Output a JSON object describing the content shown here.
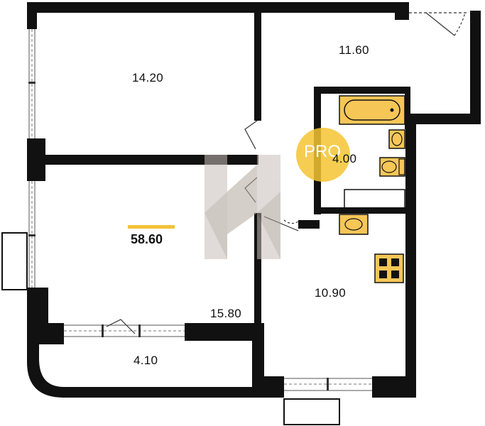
{
  "rooms": {
    "room_top_left": "14.20",
    "room_top_right": "11.60",
    "bathroom": "4.00",
    "living_room": "15.80",
    "kitchen": "10.90",
    "balcony": "4.10"
  },
  "total_area": "58.60",
  "badge": "PRO",
  "colors": {
    "wall": "#111111",
    "fixture_fill": "#f6c657",
    "accent_bar": "#f2c23a",
    "badge_circle": "#f4c431",
    "watermark": "#b9aea7"
  }
}
